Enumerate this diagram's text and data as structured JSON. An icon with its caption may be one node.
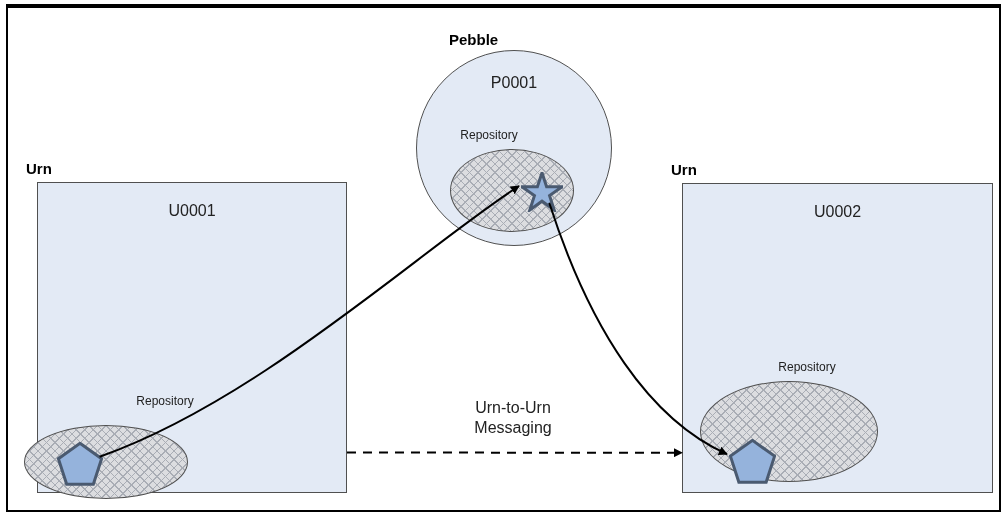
{
  "diagram": {
    "nodes": [
      {
        "text": [
          "Urn",
          "U0001"
        ]
      },
      {
        "text": [
          "Repository"
        ],
        "in": 0
      },
      {
        "text": [],
        "shape": "pentagon",
        "in": 1
      },
      {
        "text": [
          "Pebble",
          "P0001"
        ]
      },
      {
        "text": [
          "Repository"
        ],
        "in": 3
      },
      {
        "text": [],
        "shape": "star",
        "in": 4
      },
      {
        "text": [
          "Urn",
          "U0002"
        ]
      },
      {
        "text": [
          "Repository"
        ],
        "in": 6
      },
      {
        "text": [],
        "shape": "pentagon",
        "in": 7
      }
    ],
    "edges": [
      {
        "from": 2,
        "to": 5,
        "arrow": "to"
      },
      {
        "from": 5,
        "to": 8,
        "arrow": "to"
      },
      {
        "from": 0,
        "to": 6,
        "arrow": "to",
        "style": "dashed",
        "label": "Urn-to-Urn Messaging"
      }
    ]
  }
}
